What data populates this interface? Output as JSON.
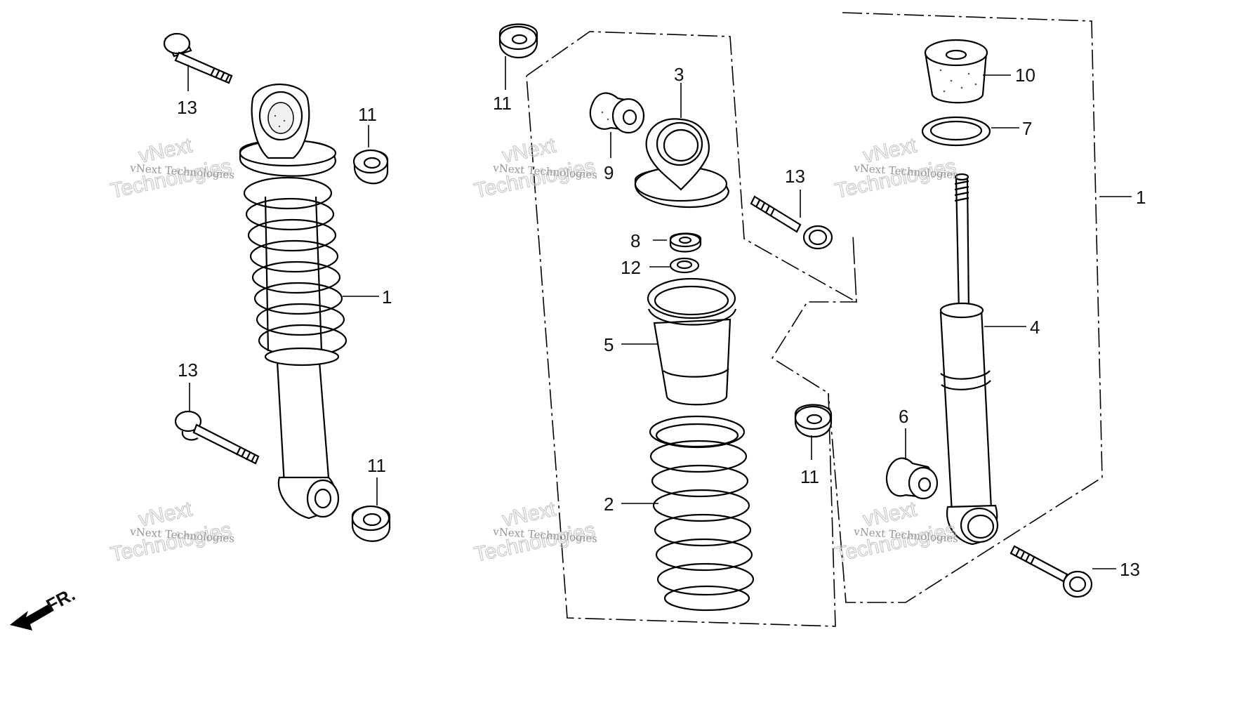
{
  "callouts": {
    "c1a": "1",
    "c1b": "1",
    "c2": "2",
    "c3": "3",
    "c4": "4",
    "c5": "5",
    "c6": "6",
    "c7": "7",
    "c8": "8",
    "c9": "9",
    "c10": "10",
    "c11a": "11",
    "c11b": "11",
    "c11c": "11",
    "c11d": "11",
    "c12": "12",
    "c13a": "13",
    "c13b": "13",
    "c13c": "13",
    "c13d": "13"
  },
  "direction_label": "FR.",
  "watermark": {
    "small": "vNext Technologies",
    "large_line1": "vNext",
    "large_line2": "Technologies"
  }
}
